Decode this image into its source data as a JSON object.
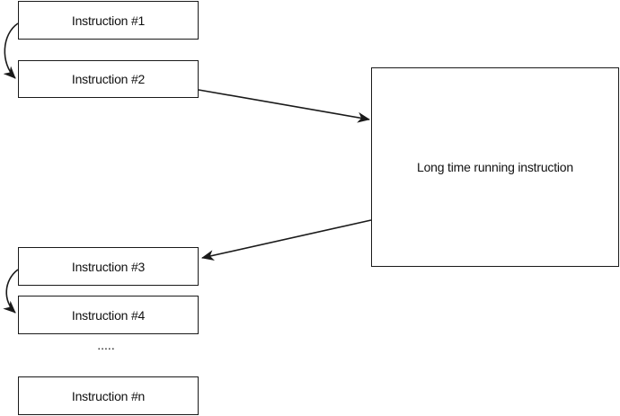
{
  "diagram": {
    "instruction_1": "Instruction #1",
    "instruction_2": "Instruction #2",
    "long_running": "Long time running instruction",
    "instruction_3": "Instruction #3",
    "instruction_4": "Instruction #4",
    "ellipsis": ".....",
    "instruction_n": "Instruction #n"
  },
  "colors": {
    "stroke": "#1a1a1a",
    "background": "#ffffff"
  }
}
